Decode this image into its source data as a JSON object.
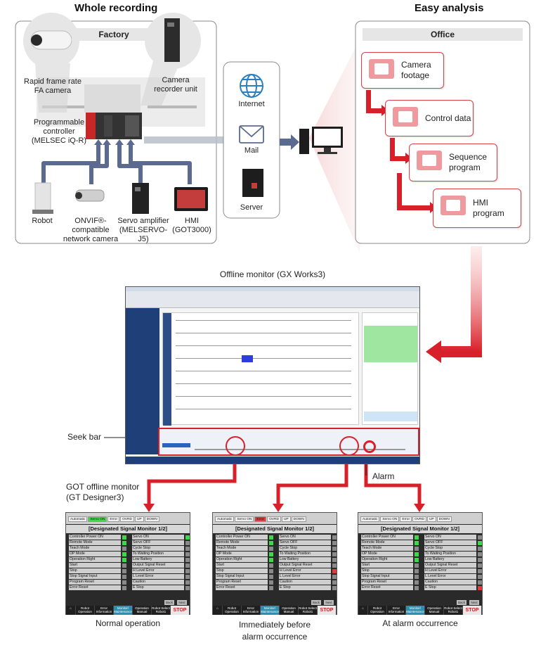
{
  "headings": {
    "whole_recording": "Whole recording",
    "easy_analysis": "Easy analysis"
  },
  "factory": {
    "title": "Factory",
    "camera_label": "Rapid frame rate\nFA camera",
    "recorder_label": "Camera\nrecorder unit",
    "plc_label": "Programmable\ncontroller\n(MELSEC iQ-R)",
    "devices": [
      {
        "label": "Robot"
      },
      {
        "label": "ONVIF®-compatible\nnetwork camera"
      },
      {
        "label": "Servo amplifier\n(MELSERVO-J5)"
      },
      {
        "label": "HMI\n(GOT3000)"
      }
    ]
  },
  "network": {
    "items": [
      "Internet",
      "Mail",
      "Server"
    ]
  },
  "office": {
    "title": "Office",
    "cards": [
      "Camera\nfootage",
      "Control data",
      "Sequence\nprogram",
      "HMI\nprogram"
    ]
  },
  "offline_monitor": {
    "title": "Offline monitor (GX Works3)",
    "seek_bar_label": "Seek bar",
    "alarm_label": "Alarm"
  },
  "got_monitor": {
    "title": "GOT offline monitor\n(GT Designer3)",
    "screens": [
      {
        "caption": "Normal operation"
      },
      {
        "caption": "Immediately before\nalarm occurrence"
      },
      {
        "caption": "At alarm occurrence"
      }
    ],
    "header": "[Designated Signal Monitor 1/2]",
    "top_cells": [
      "Automatic",
      "Servo ON",
      "Error",
      "OVRD",
      "UP",
      "DOWN"
    ],
    "left_signals": [
      "Controller Power ON",
      "Remote Mode",
      "Teach Mode",
      "OP Mode",
      "Operation Right",
      "Start",
      "Stop",
      "Stop Signal Input",
      "Program Reset",
      "Error Reset"
    ],
    "right_signals": [
      "Servo ON",
      "Servo OFF",
      "Cycle Stop",
      "To Waiting Position",
      "Low Battery",
      "Output Signal Reset",
      "H Level Error",
      "L Level Error",
      "Caution",
      "E Stop"
    ],
    "footer": [
      "Robot\nOperation",
      "Error\nInformation",
      "Monitor/\nMaintenance",
      "Operation\nManual",
      "Robot Select\nRobot1",
      "STOP"
    ],
    "back_labels": [
      "Back",
      "Next"
    ]
  },
  "colors": {
    "accent_red": "#d8202a",
    "pipe_blue": "#5a6a90",
    "card_border": "#d8424a"
  }
}
